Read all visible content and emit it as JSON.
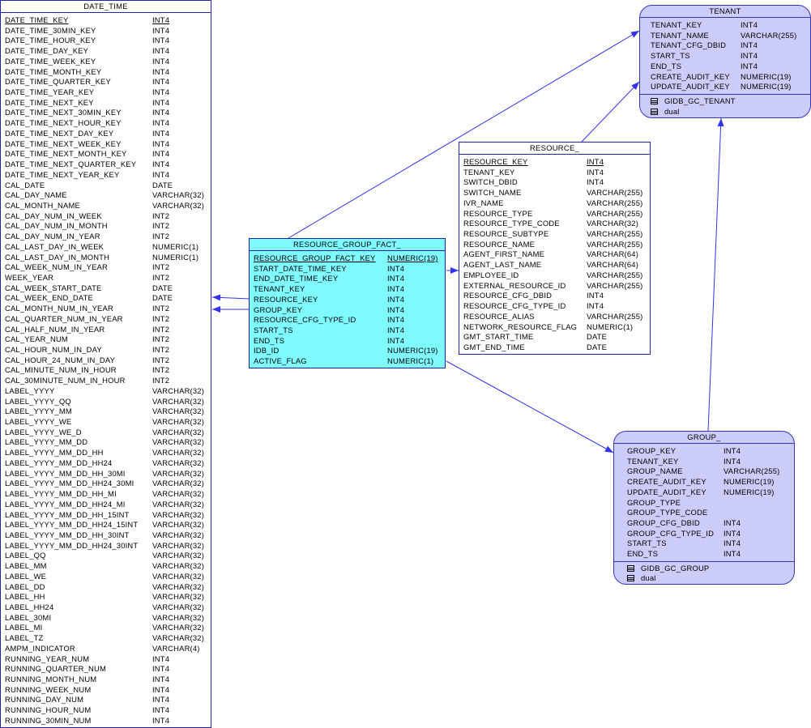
{
  "entities": {
    "date_time": {
      "title": "DATE_TIME",
      "columns": [
        {
          "name": "DATE_TIME_KEY",
          "type": "INT4",
          "pk": true
        },
        {
          "name": "DATE_TIME_30MIN_KEY",
          "type": "INT4"
        },
        {
          "name": "DATE_TIME_HOUR_KEY",
          "type": "INT4"
        },
        {
          "name": "DATE_TIME_DAY_KEY",
          "type": "INT4"
        },
        {
          "name": "DATE_TIME_WEEK_KEY",
          "type": "INT4"
        },
        {
          "name": "DATE_TIME_MONTH_KEY",
          "type": "INT4"
        },
        {
          "name": "DATE_TIME_QUARTER_KEY",
          "type": "INT4"
        },
        {
          "name": "DATE_TIME_YEAR_KEY",
          "type": "INT4"
        },
        {
          "name": "DATE_TIME_NEXT_KEY",
          "type": "INT4"
        },
        {
          "name": "DATE_TIME_NEXT_30MIN_KEY",
          "type": "INT4"
        },
        {
          "name": "DATE_TIME_NEXT_HOUR_KEY",
          "type": "INT4"
        },
        {
          "name": "DATE_TIME_NEXT_DAY_KEY",
          "type": "INT4"
        },
        {
          "name": "DATE_TIME_NEXT_WEEK_KEY",
          "type": "INT4"
        },
        {
          "name": "DATE_TIME_NEXT_MONTH_KEY",
          "type": "INT4"
        },
        {
          "name": "DATE_TIME_NEXT_QUARTER_KEY",
          "type": "INT4"
        },
        {
          "name": "DATE_TIME_NEXT_YEAR_KEY",
          "type": "INT4"
        },
        {
          "name": "CAL_DATE",
          "type": "DATE"
        },
        {
          "name": "CAL_DAY_NAME",
          "type": "VARCHAR(32)"
        },
        {
          "name": "CAL_MONTH_NAME",
          "type": "VARCHAR(32)"
        },
        {
          "name": "CAL_DAY_NUM_IN_WEEK",
          "type": "INT2"
        },
        {
          "name": "CAL_DAY_NUM_IN_MONTH",
          "type": "INT2"
        },
        {
          "name": "CAL_DAY_NUM_IN_YEAR",
          "type": "INT2"
        },
        {
          "name": "CAL_LAST_DAY_IN_WEEK",
          "type": "NUMERIC(1)"
        },
        {
          "name": "CAL_LAST_DAY_IN_MONTH",
          "type": "NUMERIC(1)"
        },
        {
          "name": "CAL_WEEK_NUM_IN_YEAR",
          "type": "INT2"
        },
        {
          "name": "WEEK_YEAR",
          "type": "INT2"
        },
        {
          "name": "CAL_WEEK_START_DATE",
          "type": "DATE"
        },
        {
          "name": "CAL_WEEK_END_DATE",
          "type": "DATE"
        },
        {
          "name": "CAL_MONTH_NUM_IN_YEAR",
          "type": "INT2"
        },
        {
          "name": "CAL_QUARTER_NUM_IN_YEAR",
          "type": "INT2"
        },
        {
          "name": "CAL_HALF_NUM_IN_YEAR",
          "type": "INT2"
        },
        {
          "name": "CAL_YEAR_NUM",
          "type": "INT2"
        },
        {
          "name": "CAL_HOUR_NUM_IN_DAY",
          "type": "INT2"
        },
        {
          "name": "CAL_HOUR_24_NUM_IN_DAY",
          "type": "INT2"
        },
        {
          "name": "CAL_MINUTE_NUM_IN_HOUR",
          "type": "INT2"
        },
        {
          "name": "CAL_30MINUTE_NUM_IN_HOUR",
          "type": "INT2"
        },
        {
          "name": "LABEL_YYYY",
          "type": "VARCHAR(32)"
        },
        {
          "name": "LABEL_YYYY_QQ",
          "type": "VARCHAR(32)"
        },
        {
          "name": "LABEL_YYYY_MM",
          "type": "VARCHAR(32)"
        },
        {
          "name": "LABEL_YYYY_WE",
          "type": "VARCHAR(32)"
        },
        {
          "name": "LABEL_YYYY_WE_D",
          "type": "VARCHAR(32)"
        },
        {
          "name": "LABEL_YYYY_MM_DD",
          "type": "VARCHAR(32)"
        },
        {
          "name": "LABEL_YYYY_MM_DD_HH",
          "type": "VARCHAR(32)"
        },
        {
          "name": "LABEL_YYYY_MM_DD_HH24",
          "type": "VARCHAR(32)"
        },
        {
          "name": "LABEL_YYYY_MM_DD_HH_30MI",
          "type": "VARCHAR(32)"
        },
        {
          "name": "LABEL_YYYY_MM_DD_HH24_30MI",
          "type": "VARCHAR(32)"
        },
        {
          "name": "LABEL_YYYY_MM_DD_HH_MI",
          "type": "VARCHAR(32)"
        },
        {
          "name": "LABEL_YYYY_MM_DD_HH24_MI",
          "type": "VARCHAR(32)"
        },
        {
          "name": "LABEL_YYYY_MM_DD_HH_15INT",
          "type": "VARCHAR(32)"
        },
        {
          "name": "LABEL_YYYY_MM_DD_HH24_15INT",
          "type": "VARCHAR(32)"
        },
        {
          "name": "LABEL_YYYY_MM_DD_HH_30INT",
          "type": "VARCHAR(32)"
        },
        {
          "name": "LABEL_YYYY_MM_DD_HH24_30INT",
          "type": "VARCHAR(32)"
        },
        {
          "name": "LABEL_QQ",
          "type": "VARCHAR(32)"
        },
        {
          "name": "LABEL_MM",
          "type": "VARCHAR(32)"
        },
        {
          "name": "LABEL_WE",
          "type": "VARCHAR(32)"
        },
        {
          "name": "LABEL_DD",
          "type": "VARCHAR(32)"
        },
        {
          "name": "LABEL_HH",
          "type": "VARCHAR(32)"
        },
        {
          "name": "LABEL_HH24",
          "type": "VARCHAR(32)"
        },
        {
          "name": "LABEL_30MI",
          "type": "VARCHAR(32)"
        },
        {
          "name": "LABEL_MI",
          "type": "VARCHAR(32)"
        },
        {
          "name": "LABEL_TZ",
          "type": "VARCHAR(32)"
        },
        {
          "name": "AMPM_INDICATOR",
          "type": "VARCHAR(4)"
        },
        {
          "name": "RUNNING_YEAR_NUM",
          "type": "INT4"
        },
        {
          "name": "RUNNING_QUARTER_NUM",
          "type": "INT4"
        },
        {
          "name": "RUNNING_MONTH_NUM",
          "type": "INT4"
        },
        {
          "name": "RUNNING_WEEK_NUM",
          "type": "INT4"
        },
        {
          "name": "RUNNING_DAY_NUM",
          "type": "INT4"
        },
        {
          "name": "RUNNING_HOUR_NUM",
          "type": "INT4"
        },
        {
          "name": "RUNNING_30MIN_NUM",
          "type": "INT4"
        }
      ]
    },
    "resource_group_fact": {
      "title": "RESOURCE_GROUP_FACT_",
      "columns": [
        {
          "name": "RESOURCE_GROUP_FACT_KEY",
          "type": "NUMERIC(19)",
          "pk": true
        },
        {
          "name": "START_DATE_TIME_KEY",
          "type": "INT4"
        },
        {
          "name": "END_DATE_TIME_KEY",
          "type": "INT4"
        },
        {
          "name": "TENANT_KEY",
          "type": "INT4"
        },
        {
          "name": "RESOURCE_KEY",
          "type": "INT4"
        },
        {
          "name": "GROUP_KEY",
          "type": "INT4"
        },
        {
          "name": "RESOURCE_CFG_TYPE_ID",
          "type": "INT4"
        },
        {
          "name": "START_TS",
          "type": "INT4"
        },
        {
          "name": "END_TS",
          "type": "INT4"
        },
        {
          "name": "IDB_ID",
          "type": "NUMERIC(19)"
        },
        {
          "name": "ACTIVE_FLAG",
          "type": "NUMERIC(1)"
        }
      ]
    },
    "resource": {
      "title": "RESOURCE_",
      "columns": [
        {
          "name": "RESOURCE_KEY",
          "type": "INT4",
          "pk": true
        },
        {
          "name": "TENANT_KEY",
          "type": "INT4"
        },
        {
          "name": "SWITCH_DBID",
          "type": "INT4"
        },
        {
          "name": "SWITCH_NAME",
          "type": "VARCHAR(255)"
        },
        {
          "name": "IVR_NAME",
          "type": "VARCHAR(255)"
        },
        {
          "name": "RESOURCE_TYPE",
          "type": "VARCHAR(255)"
        },
        {
          "name": "RESOURCE_TYPE_CODE",
          "type": "VARCHAR(32)"
        },
        {
          "name": "RESOURCE_SUBTYPE",
          "type": "VARCHAR(255)"
        },
        {
          "name": "RESOURCE_NAME",
          "type": "VARCHAR(255)"
        },
        {
          "name": "AGENT_FIRST_NAME",
          "type": "VARCHAR(64)"
        },
        {
          "name": "AGENT_LAST_NAME",
          "type": "VARCHAR(64)"
        },
        {
          "name": "EMPLOYEE_ID",
          "type": "VARCHAR(255)"
        },
        {
          "name": "EXTERNAL_RESOURCE_ID",
          "type": "VARCHAR(255)"
        },
        {
          "name": "RESOURCE_CFG_DBID",
          "type": "INT4"
        },
        {
          "name": "RESOURCE_CFG_TYPE_ID",
          "type": "INT4"
        },
        {
          "name": "RESOURCE_ALIAS",
          "type": "VARCHAR(255)"
        },
        {
          "name": "NETWORK_RESOURCE_FLAG",
          "type": "NUMERIC(1)"
        },
        {
          "name": "GMT_START_TIME",
          "type": "DATE"
        },
        {
          "name": "GMT_END_TIME",
          "type": "DATE"
        }
      ]
    },
    "tenant": {
      "title": "TENANT",
      "columns": [
        {
          "name": "TENANT_KEY",
          "type": "INT4"
        },
        {
          "name": "TENANT_NAME",
          "type": "VARCHAR(255)"
        },
        {
          "name": "TENANT_CFG_DBID",
          "type": "INT4"
        },
        {
          "name": "START_TS",
          "type": "INT4"
        },
        {
          "name": "END_TS",
          "type": "INT4"
        },
        {
          "name": "CREATE_AUDIT_KEY",
          "type": "NUMERIC(19)"
        },
        {
          "name": "UPDATE_AUDIT_KEY",
          "type": "NUMERIC(19)"
        }
      ],
      "sources": [
        "GIDB_GC_TENANT",
        "dual"
      ]
    },
    "group": {
      "title": "GROUP_",
      "columns": [
        {
          "name": "GROUP_KEY",
          "type": "INT4"
        },
        {
          "name": "TENANT_KEY",
          "type": "INT4"
        },
        {
          "name": "GROUP_NAME",
          "type": "VARCHAR(255)"
        },
        {
          "name": "CREATE_AUDIT_KEY",
          "type": "NUMERIC(19)"
        },
        {
          "name": "UPDATE_AUDIT_KEY",
          "type": "NUMERIC(19)"
        },
        {
          "name": "GROUP_TYPE",
          "type": ""
        },
        {
          "name": "GROUP_TYPE_CODE",
          "type": ""
        },
        {
          "name": "GROUP_CFG_DBID",
          "type": "INT4"
        },
        {
          "name": "GROUP_CFG_TYPE_ID",
          "type": "INT4"
        },
        {
          "name": "START_TS",
          "type": "INT4"
        },
        {
          "name": "END_TS",
          "type": "INT4"
        }
      ],
      "sources": [
        "GIDB_GC_GROUP",
        "dual"
      ]
    }
  },
  "relationships": [
    {
      "from": "resource_group_fact",
      "to": "date_time",
      "via": "START_DATE_TIME_KEY"
    },
    {
      "from": "resource_group_fact",
      "to": "date_time",
      "via": "END_DATE_TIME_KEY"
    },
    {
      "from": "resource_group_fact",
      "to": "tenant",
      "via": "TENANT_KEY"
    },
    {
      "from": "resource_group_fact",
      "to": "resource",
      "via": "RESOURCE_KEY"
    },
    {
      "from": "resource_group_fact",
      "to": "group",
      "via": "GROUP_KEY"
    },
    {
      "from": "resource",
      "to": "tenant",
      "via": "TENANT_KEY"
    },
    {
      "from": "group",
      "to": "tenant",
      "via": "TENANT_KEY"
    }
  ],
  "colors": {
    "entity_border": "#2323b0",
    "fact_fill": "#7ffaff",
    "lookup_fill": "#ccccf8",
    "link_line": "#3333ee"
  }
}
